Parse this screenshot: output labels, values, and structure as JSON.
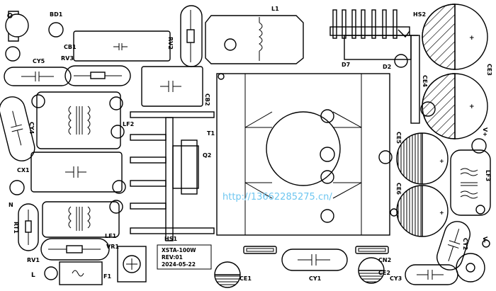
{
  "labels": {
    "bd1": "BD1",
    "cb1": "CB1",
    "rv2": "RV2",
    "l1": "L1",
    "hs2": "HS2",
    "cy5": "CY5",
    "rv3": "RV3",
    "d7": "D7",
    "d2": "D2",
    "ce3": "CE3",
    "ce4": "CE4",
    "cy4": "CY4",
    "lf2": "LF2",
    "cb2": "CB2",
    "t1": "T1",
    "ce5": "CE5",
    "cx1": "CX1",
    "q2": "Q2",
    "v_plus": "V+",
    "n": "N",
    "rt1": "RT1",
    "ce6": "CE6",
    "lf3": "LF3",
    "lf1": "LF1",
    "hs1": "HS1",
    "vr1": "VR1",
    "rv1": "RV1",
    "f1": "F1",
    "l": "L",
    "ce1": "CE1",
    "cy1": "CY1",
    "cn2": "CN2",
    "ce2": "CE2",
    "cy3": "CY3",
    "cy2": "CY2",
    "v_minus": "V-"
  },
  "info": {
    "model": "XSTA-100W",
    "rev": "REV:01",
    "date": "2024-05-22"
  },
  "watermark": {
    "text": "http://13662285275.cn/",
    "color": "#6ec6f0"
  },
  "polarity": {
    "plus": "+"
  }
}
